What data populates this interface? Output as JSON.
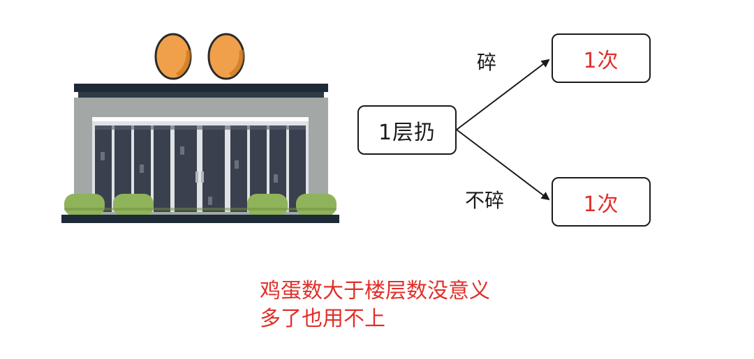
{
  "diagram": {
    "start_node": "1层扔",
    "branches": [
      {
        "edge_label": "碎",
        "result": "1次"
      },
      {
        "edge_label": "不碎",
        "result": "1次"
      }
    ],
    "note_lines": [
      "鸡蛋数大于楼层数没意义",
      "多了也用不上"
    ]
  },
  "colors": {
    "accent_red": "#e0302a",
    "text": "#1a1a1a",
    "egg": "#f0a04a",
    "building_wall": "#a3a8a6",
    "building_dark": "#1f2a37",
    "window": "#3a404e",
    "bush": "#8fb35a"
  },
  "icons": [
    "building-icon",
    "egg-icon",
    "egg-icon"
  ]
}
